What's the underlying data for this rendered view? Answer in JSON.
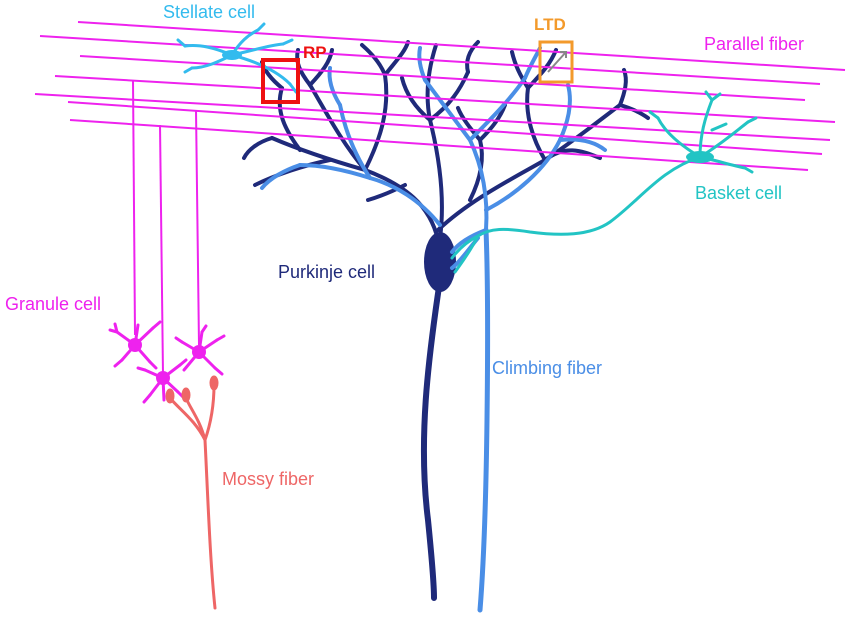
{
  "labels": {
    "stellate_cell": "Stellate cell",
    "parallel_fiber": "Parallel fiber",
    "basket_cell": "Basket cell",
    "purkinje_cell": "Purkinje cell",
    "granule_cell": "Granule cell",
    "climbing_fiber": "Climbing fiber",
    "mossy_fiber": "Mossy fiber",
    "rp": "RP",
    "ltd": "LTD"
  },
  "colors": {
    "parallel_fiber": "#ee22ee",
    "granule_cell": "#ee22ee",
    "stellate_cell": "#33bbee",
    "basket_cell": "#22c4c4",
    "purkinje_cell": "#1f2a7a",
    "climbing_fiber": "#4a8ee6",
    "mossy_fiber": "#ee6666",
    "rp_box": "#ee1111",
    "ltd_box": "#f39a2b"
  }
}
